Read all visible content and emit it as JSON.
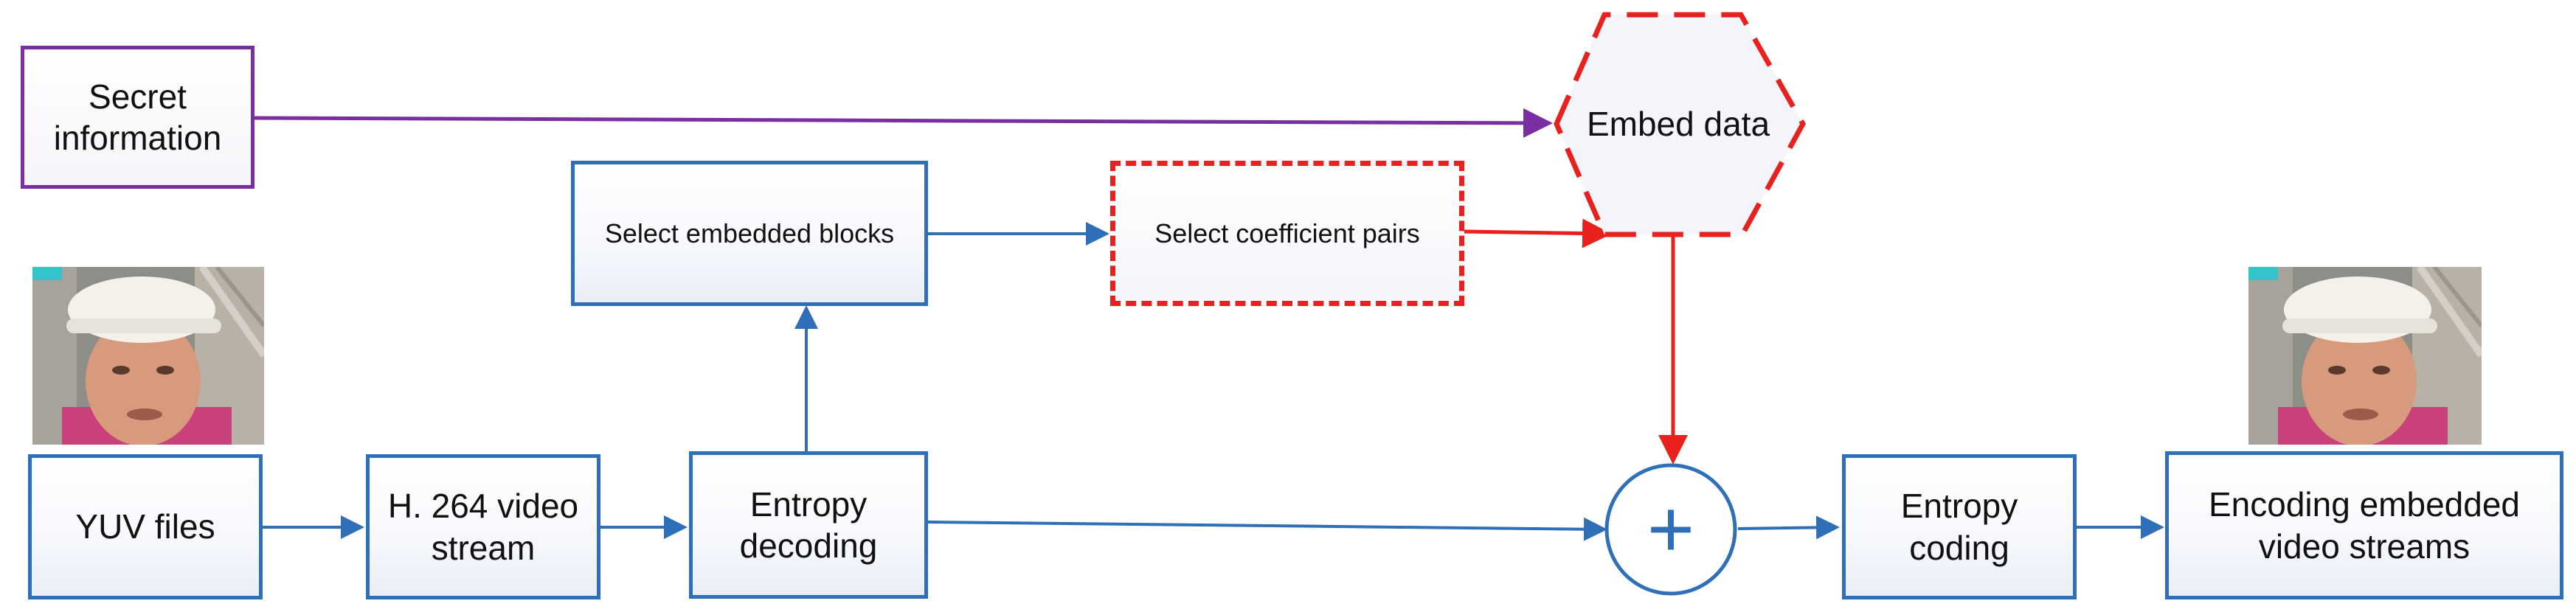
{
  "nodes": {
    "secret": "Secret\ninformation",
    "yuv": "YUV files",
    "h264": "H. 264 video\nstream",
    "entropy_decoding": "Entropy\ndecoding",
    "select_blocks": "Select embedded blocks",
    "select_pairs": "Select coefficient pairs",
    "embed_data": "Embed data",
    "adder_symbol": "+",
    "entropy_coding": "Entropy\ncoding",
    "output": "Encoding embedded\nvideo streams"
  },
  "images": {
    "input_frame": "foreman-video-frame",
    "output_frame": "foreman-video-frame"
  },
  "colors": {
    "blue": "#2e6fb8",
    "red": "#e8201e",
    "purple": "#7a2fa0"
  }
}
